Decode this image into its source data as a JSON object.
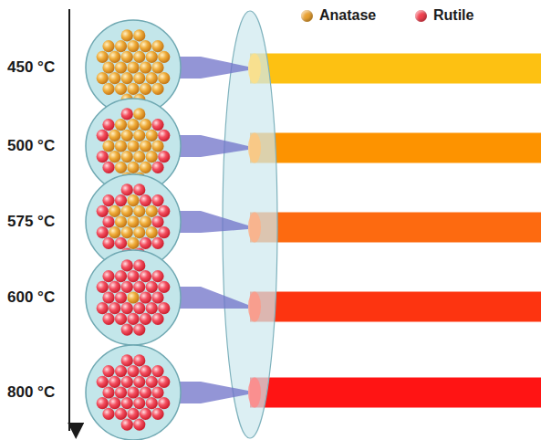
{
  "diagram": {
    "labels": [
      "450 °C",
      "500 °C",
      "575 °C",
      "600 °C",
      "800 °C"
    ],
    "legend": [
      {
        "text": "Anatase",
        "color": "#e8a030"
      },
      {
        "text": "Rutile",
        "color": "#f0404e"
      }
    ]
  }
}
